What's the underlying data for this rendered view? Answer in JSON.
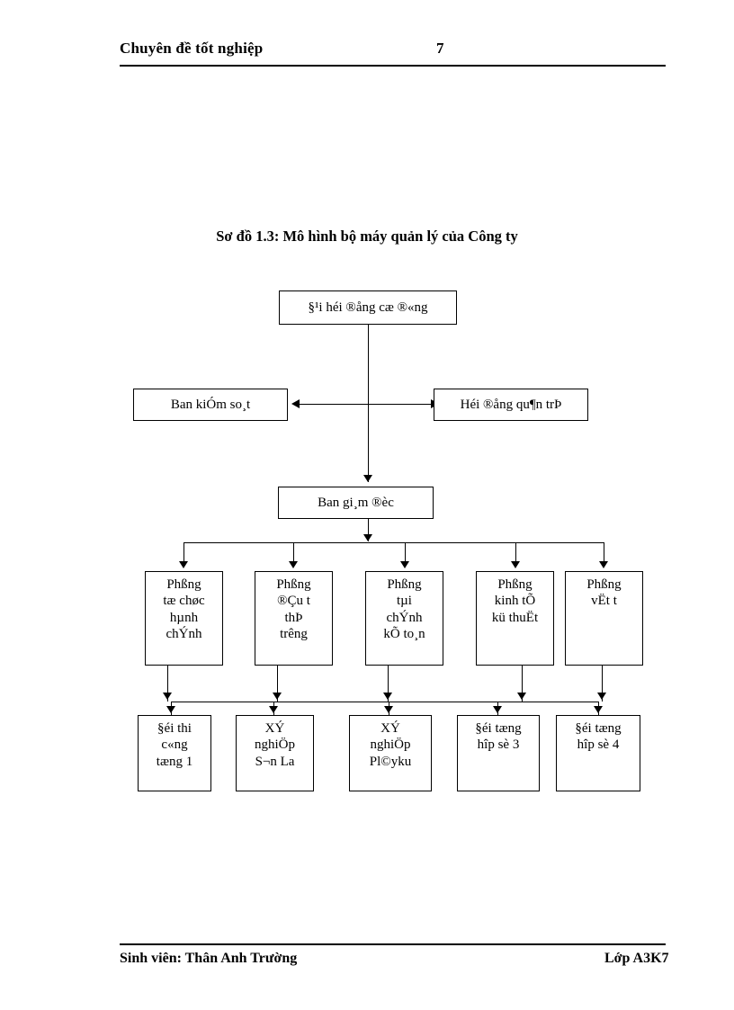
{
  "header": {
    "title": "Chuyên đề tốt nghiệp",
    "page_number": "7"
  },
  "figure": {
    "title": "Sơ đồ 1.3: Mô hình bộ máy quản lý của Công ty"
  },
  "footer": {
    "student_label": "Sinh viên: Thân Anh Trường",
    "class_label": "Lớp A3K7"
  },
  "chart_data": {
    "type": "diagram",
    "title": "Sơ đồ 1.3: Mô hình bộ máy quản lý của Công ty",
    "orientation": "top-down",
    "nodes": {
      "root": "§¹i héi ®ång cæ ®«ng",
      "left_peer": "Ban kiÓm so¸t",
      "right_peer": "Héi ®ång qu¶n trÞ",
      "director": "Ban gi¸m ®èc",
      "departments": [
        "Phßng\ntæ chøc\nhµnh\nchÝnh",
        "Phßng\n®Çu t\nthÞ\ntrêng",
        "Phßng\ntµi\nchÝnh\nkÕ to¸n",
        "Phßng\nkinh tÕ\nkü thuËt",
        "Phßng\nvËt t"
      ],
      "units": [
        "§éi thi\nc«ng\ntæng 1",
        "XÝ\nnghiÖp\nS¬n La",
        "XÝ\nnghiÖp\nPl©yku",
        "§éi tæng\nhîp sè 3",
        "§éi tæng\nhîp sè 4"
      ]
    },
    "edges": [
      {
        "from": "root",
        "to": "director",
        "style": "vertical"
      },
      {
        "from": "trunk",
        "to": "left_peer",
        "style": "arrow-left"
      },
      {
        "from": "trunk",
        "to": "right_peer",
        "style": "arrow-right"
      },
      {
        "from": "director",
        "to": "departments",
        "style": "bus-fanout"
      },
      {
        "from": "departments",
        "to": "units",
        "style": "bus-fanout"
      }
    ],
    "colors": {
      "line": "#000000",
      "box_fill": "#ffffff",
      "text": "#000000"
    }
  }
}
